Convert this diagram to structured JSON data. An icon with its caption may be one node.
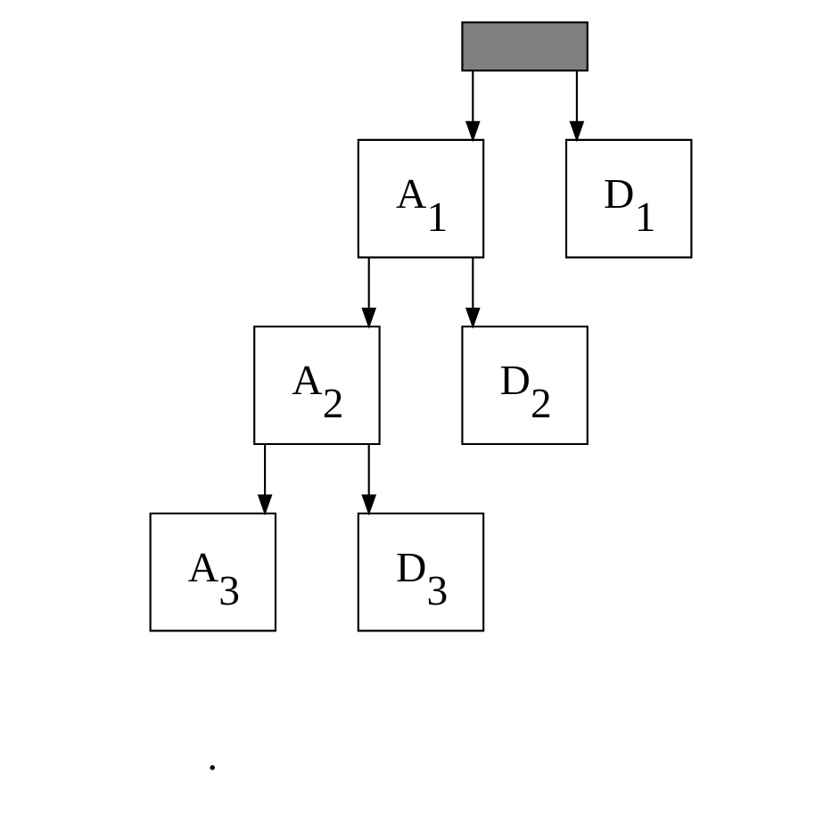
{
  "diagram": {
    "nodes": [
      {
        "text": [],
        "shape": "box"
      },
      {
        "text": [
          "A$_{1}$"
        ]
      },
      {
        "text": [
          "D$_{1}$"
        ]
      },
      {
        "text": [
          "A$_{2}$"
        ]
      },
      {
        "text": [
          "D$_{2}$"
        ]
      },
      {
        "text": [
          "A$_{3}$"
        ]
      },
      {
        "text": [
          "D$_{3}$"
        ]
      }
    ],
    "edges": [
      {
        "from": 0,
        "to": 1,
        "arrow": "to"
      },
      {
        "from": 0,
        "to": 2,
        "arrow": "to"
      },
      {
        "from": 1,
        "to": 3,
        "arrow": "to"
      },
      {
        "from": 1,
        "to": 4,
        "arrow": "to"
      },
      {
        "from": 3,
        "to": 5,
        "arrow": "to"
      },
      {
        "from": 3,
        "to": 6,
        "arrow": "to"
      }
    ],
    "labels": [
      "."
    ]
  }
}
